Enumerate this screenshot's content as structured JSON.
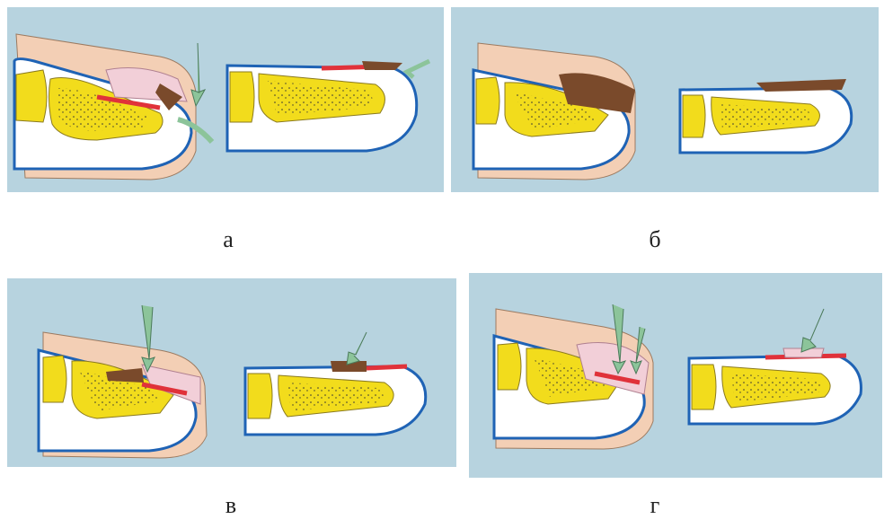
{
  "panels": [
    {
      "label": "а"
    },
    {
      "label": "б"
    },
    {
      "label": "в"
    },
    {
      "label": "г"
    }
  ],
  "colors": {
    "background": "#b7d3df",
    "bone": "#f2dc1c",
    "skin": "#f3cfb5",
    "nail": "#f2cfd8",
    "outline": "#1f63b5",
    "nail_bed": "#e0323a",
    "debris": "#7a4a2b",
    "arrow": "#8cc49a"
  }
}
